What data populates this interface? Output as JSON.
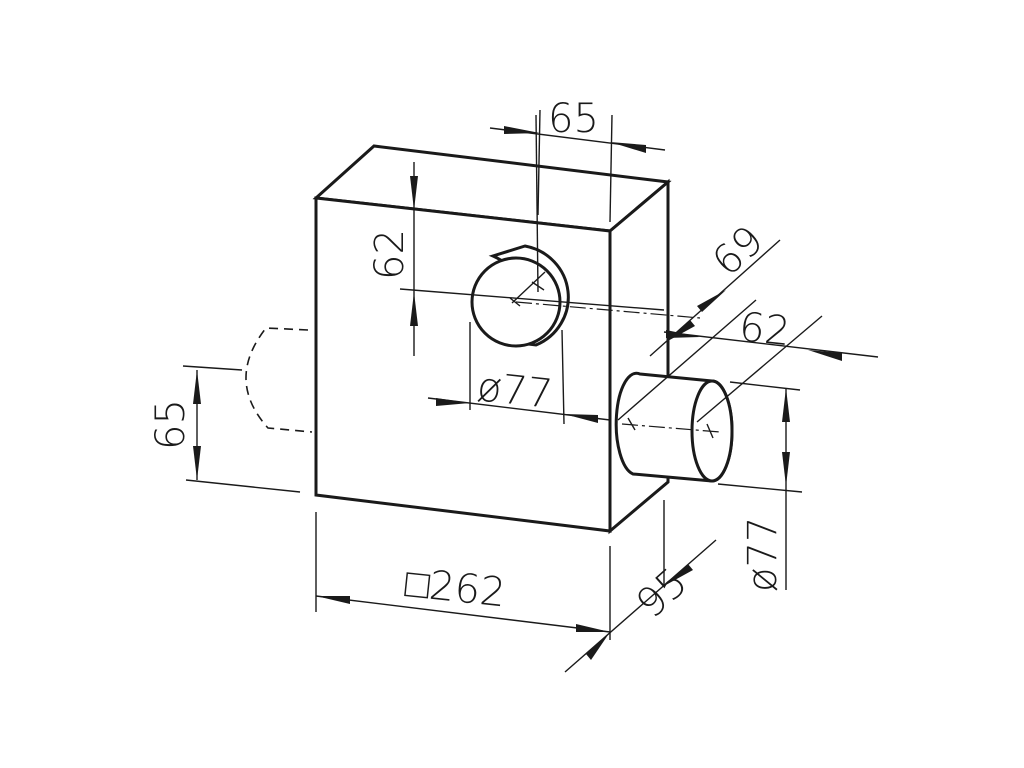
{
  "dimensions": {
    "top_offset": "65",
    "top_height": "62",
    "depth": "69",
    "side_offset": "62",
    "front_diameter": "ø77",
    "left_height": "65",
    "width": "□262",
    "bottom_depth": "95",
    "side_diameter": "ø77"
  }
}
